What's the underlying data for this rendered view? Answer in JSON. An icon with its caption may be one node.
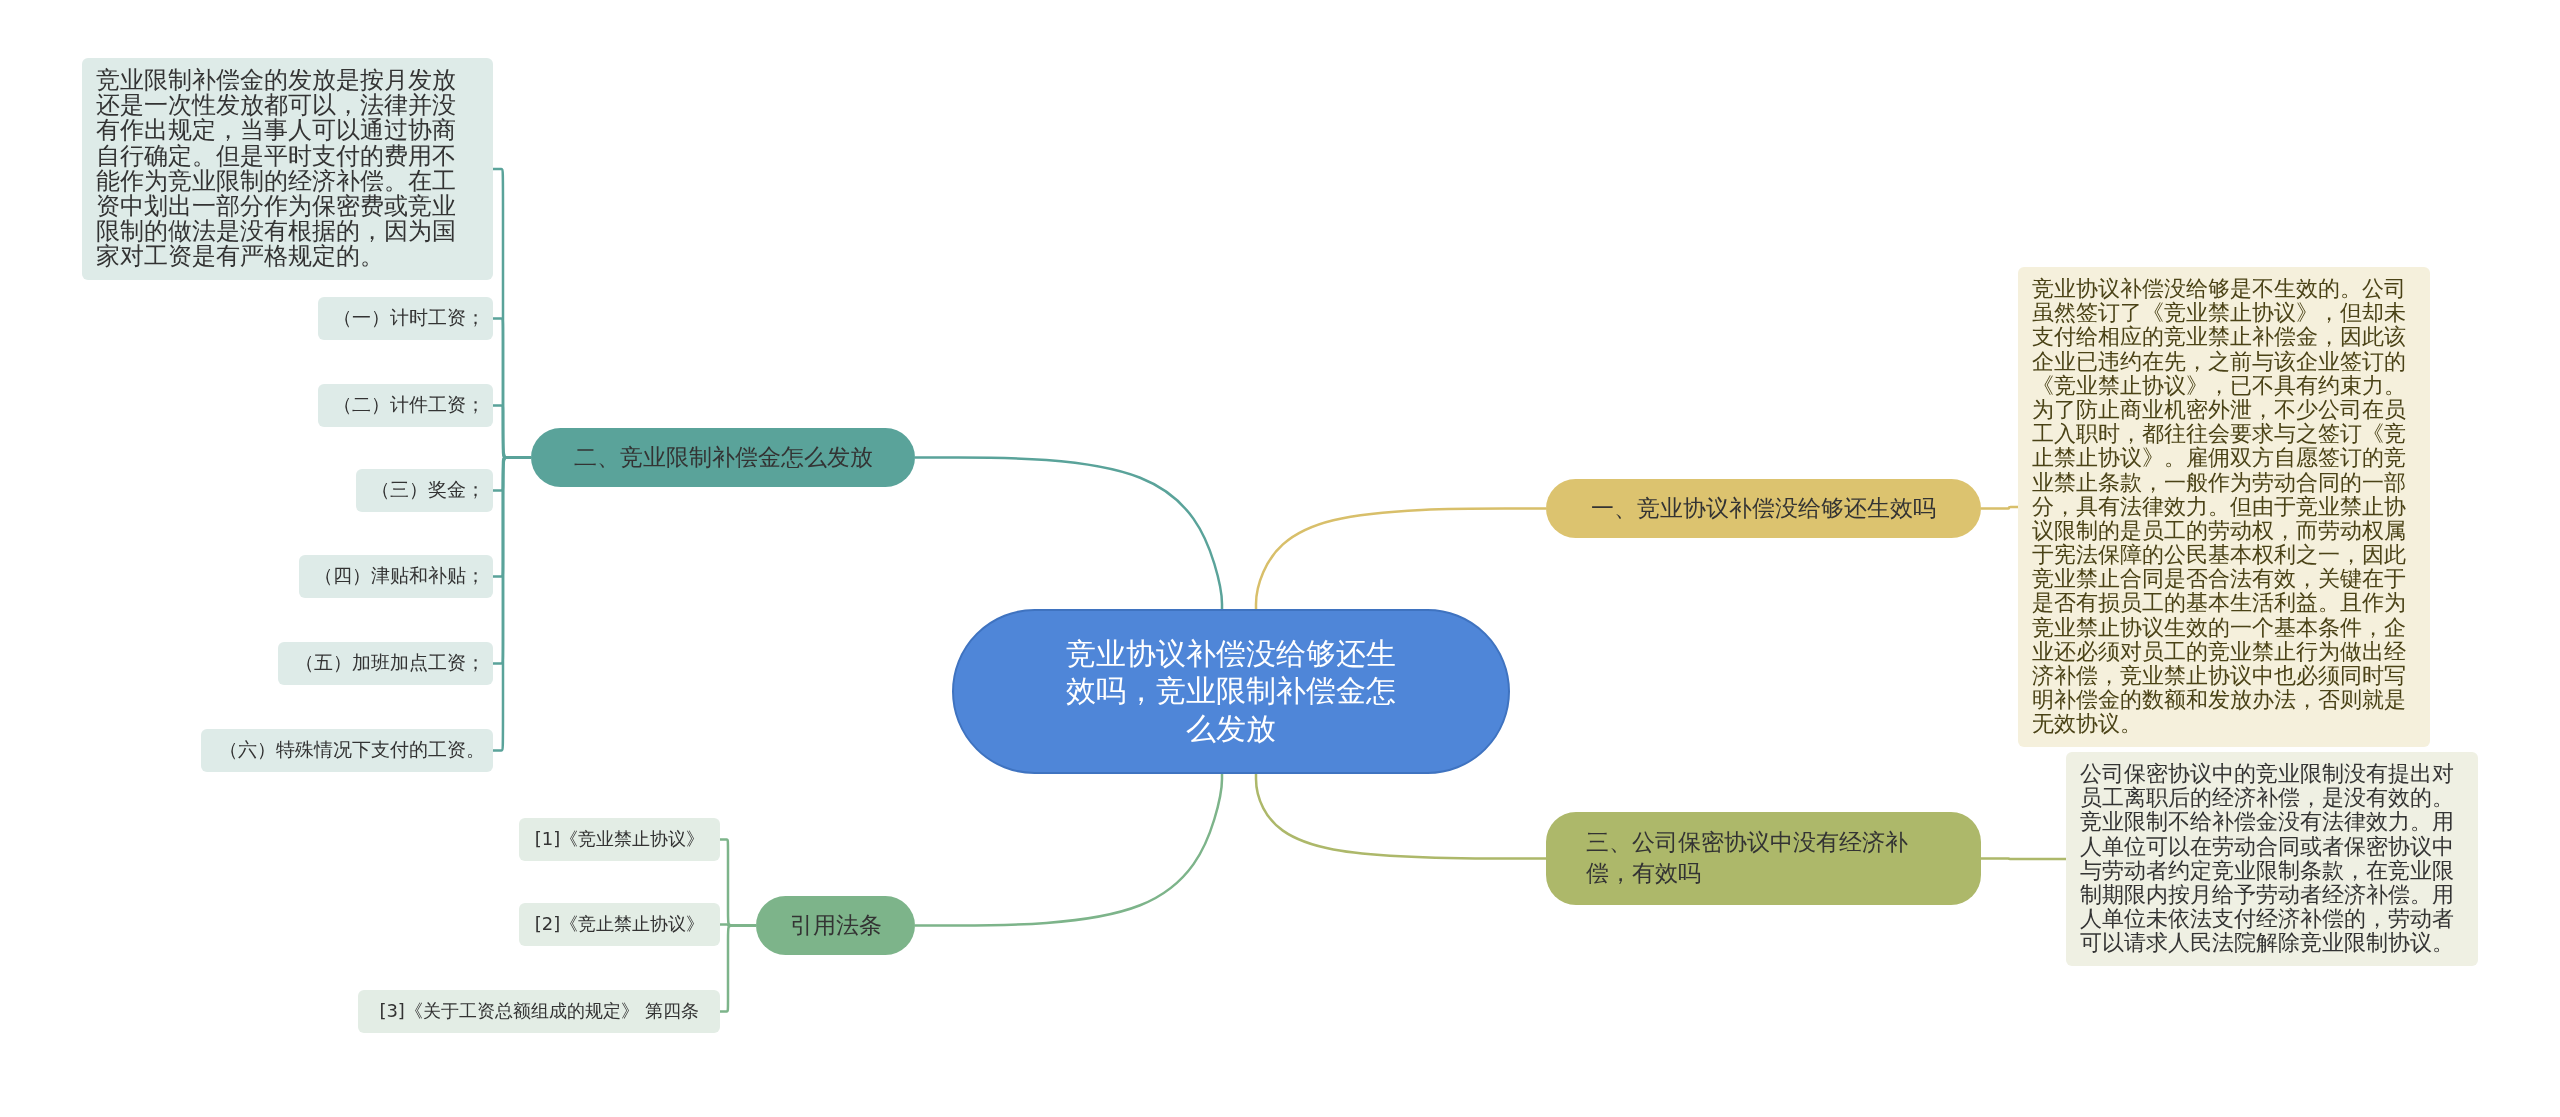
{
  "diagram": {
    "nodes": [
      {
        "text": [
          "竞业协议补偿没给够还生效吗，竞业限制补偿金怎么发放"
        ]
      },
      {
        "text": [
          "二、竞业限制补偿金怎么发放"
        ]
      },
      {
        "text": [
          "竞业限制补偿金的发放是按月发放还是一次性发放都可以，法律并没有作出规定，当事人可以通过协商自行确定。但是平时支付的费用不能作为竞业限制的经济补偿。在工资中划出一部分作为保密费或竞业限制的做法是没有根据的，因为国家对工资是有严格规定的。"
        ]
      },
      {
        "text": [
          "（一）计时工资；"
        ]
      },
      {
        "text": [
          "（二）计件工资；"
        ]
      },
      {
        "text": [
          "（三）奖金；"
        ]
      },
      {
        "text": [
          "（四）津贴和补贴；"
        ]
      },
      {
        "text": [
          "（五）加班加点工资；"
        ]
      },
      {
        "text": [
          "（六）特殊情况下支付的工资。"
        ]
      },
      {
        "text": [
          "引用法条"
        ]
      },
      {
        "text": [
          "[1]《竞业禁止协议》"
        ]
      },
      {
        "text": [
          "[2]《竞止禁止协议》"
        ]
      },
      {
        "text": [
          "[3]《关于工资总额组成的规定》 第四条"
        ]
      },
      {
        "text": [
          "一、竞业协议补偿没给够还生效吗"
        ]
      },
      {
        "text": [
          "竞业协议补偿没给够是不生效的。公司虽然签订了《竞业禁止协议》，但却未支付给相应的竞业禁止补偿金，因此该企业已违约在先，之前与该企业签订的《竞业禁止协议》，已不具有约束力。为了防止商业机密外泄，不少公司在员工入职时，都往往会要求与之签订《竞止禁止协议》。雇佣双方自愿签订的竞业禁止条款，一般作为劳动合同的一部分，具有法律效力。但由于竞业禁止协议限制的是员工的劳动权，而劳动权属于宪法保障的公民基本权利之一，因此竞业禁止合同是否合法有效，关键在于是否有损员工的基本生活利益。且作为竞业禁止协议生效的一个基本条件，企业还必须对员工的竞业禁止行为做出经济补偿，竞业禁止协议中也必须同时写明补偿金的数额和发放办法，否则就是无效协议。"
        ]
      },
      {
        "text": [
          "三、公司保密协议中没有经济补偿，有效吗"
        ]
      },
      {
        "text": [
          "公司保密协议中的竞业限制没有提出对员工离职后的经济补偿，是没有效的。竞业限制不给补偿金没有法律效力。用人单位可以在劳动合同或者保密协议中与劳动者约定竞业限制条款，在竞业限制期限内按月给予劳动者经济补偿。用人单位未依法支付经济补偿的，劳动者可以请求人民法院解除竞业限制协议。"
        ]
      }
    ],
    "edges": [
      {
        "from": 0,
        "to": 1,
        "arrow": "none"
      },
      {
        "from": 1,
        "to": 2,
        "arrow": "none"
      },
      {
        "from": 1,
        "to": 3,
        "arrow": "none"
      },
      {
        "from": 1,
        "to": 4,
        "arrow": "none"
      },
      {
        "from": 1,
        "to": 5,
        "arrow": "none"
      },
      {
        "from": 1,
        "to": 6,
        "arrow": "none"
      },
      {
        "from": 1,
        "to": 7,
        "arrow": "none"
      },
      {
        "from": 1,
        "to": 8,
        "arrow": "none"
      },
      {
        "from": 0,
        "to": 9,
        "arrow": "none",
        "color": "#7db48a"
      },
      {
        "from": 9,
        "to": 10,
        "arrow": "none",
        "color": "#7db48a"
      },
      {
        "from": 9,
        "to": 11,
        "arrow": "none",
        "color": "#7db48a"
      },
      {
        "from": 9,
        "to": 12,
        "arrow": "none",
        "color": "#7db48a"
      },
      {
        "from": 0,
        "to": 13,
        "arrow": "none",
        "color": "#d8bf6a"
      },
      {
        "from": 13,
        "to": 14,
        "arrow": "none",
        "color": "#d8bf6a"
      },
      {
        "from": 0,
        "to": 15,
        "arrow": "none",
        "color": "#adb86a"
      },
      {
        "from": 15,
        "to": 16,
        "arrow": "none",
        "color": "#adb86a"
      }
    ]
  }
}
